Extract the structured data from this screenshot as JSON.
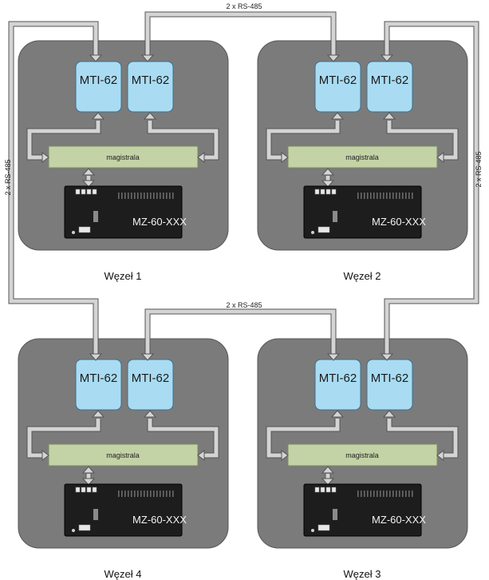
{
  "diagram": {
    "link_label": "2 x RS-485",
    "module_label": "MTI-62",
    "bus_label": "magistrala",
    "panel_label": "MZ-60-XXX",
    "nodes": [
      {
        "label": "Węzeł 1"
      },
      {
        "label": "Węzeł 2"
      },
      {
        "label": "Węzeł 4"
      },
      {
        "label": "Węzeł 3"
      }
    ]
  },
  "colors": {
    "node_background": "#7b7b7b",
    "module_fill": "#a9dcf2",
    "bus_fill": "#c4d3a6",
    "panel_fill": "#1d1d1d",
    "connector_fill": "#d4d4d4"
  }
}
